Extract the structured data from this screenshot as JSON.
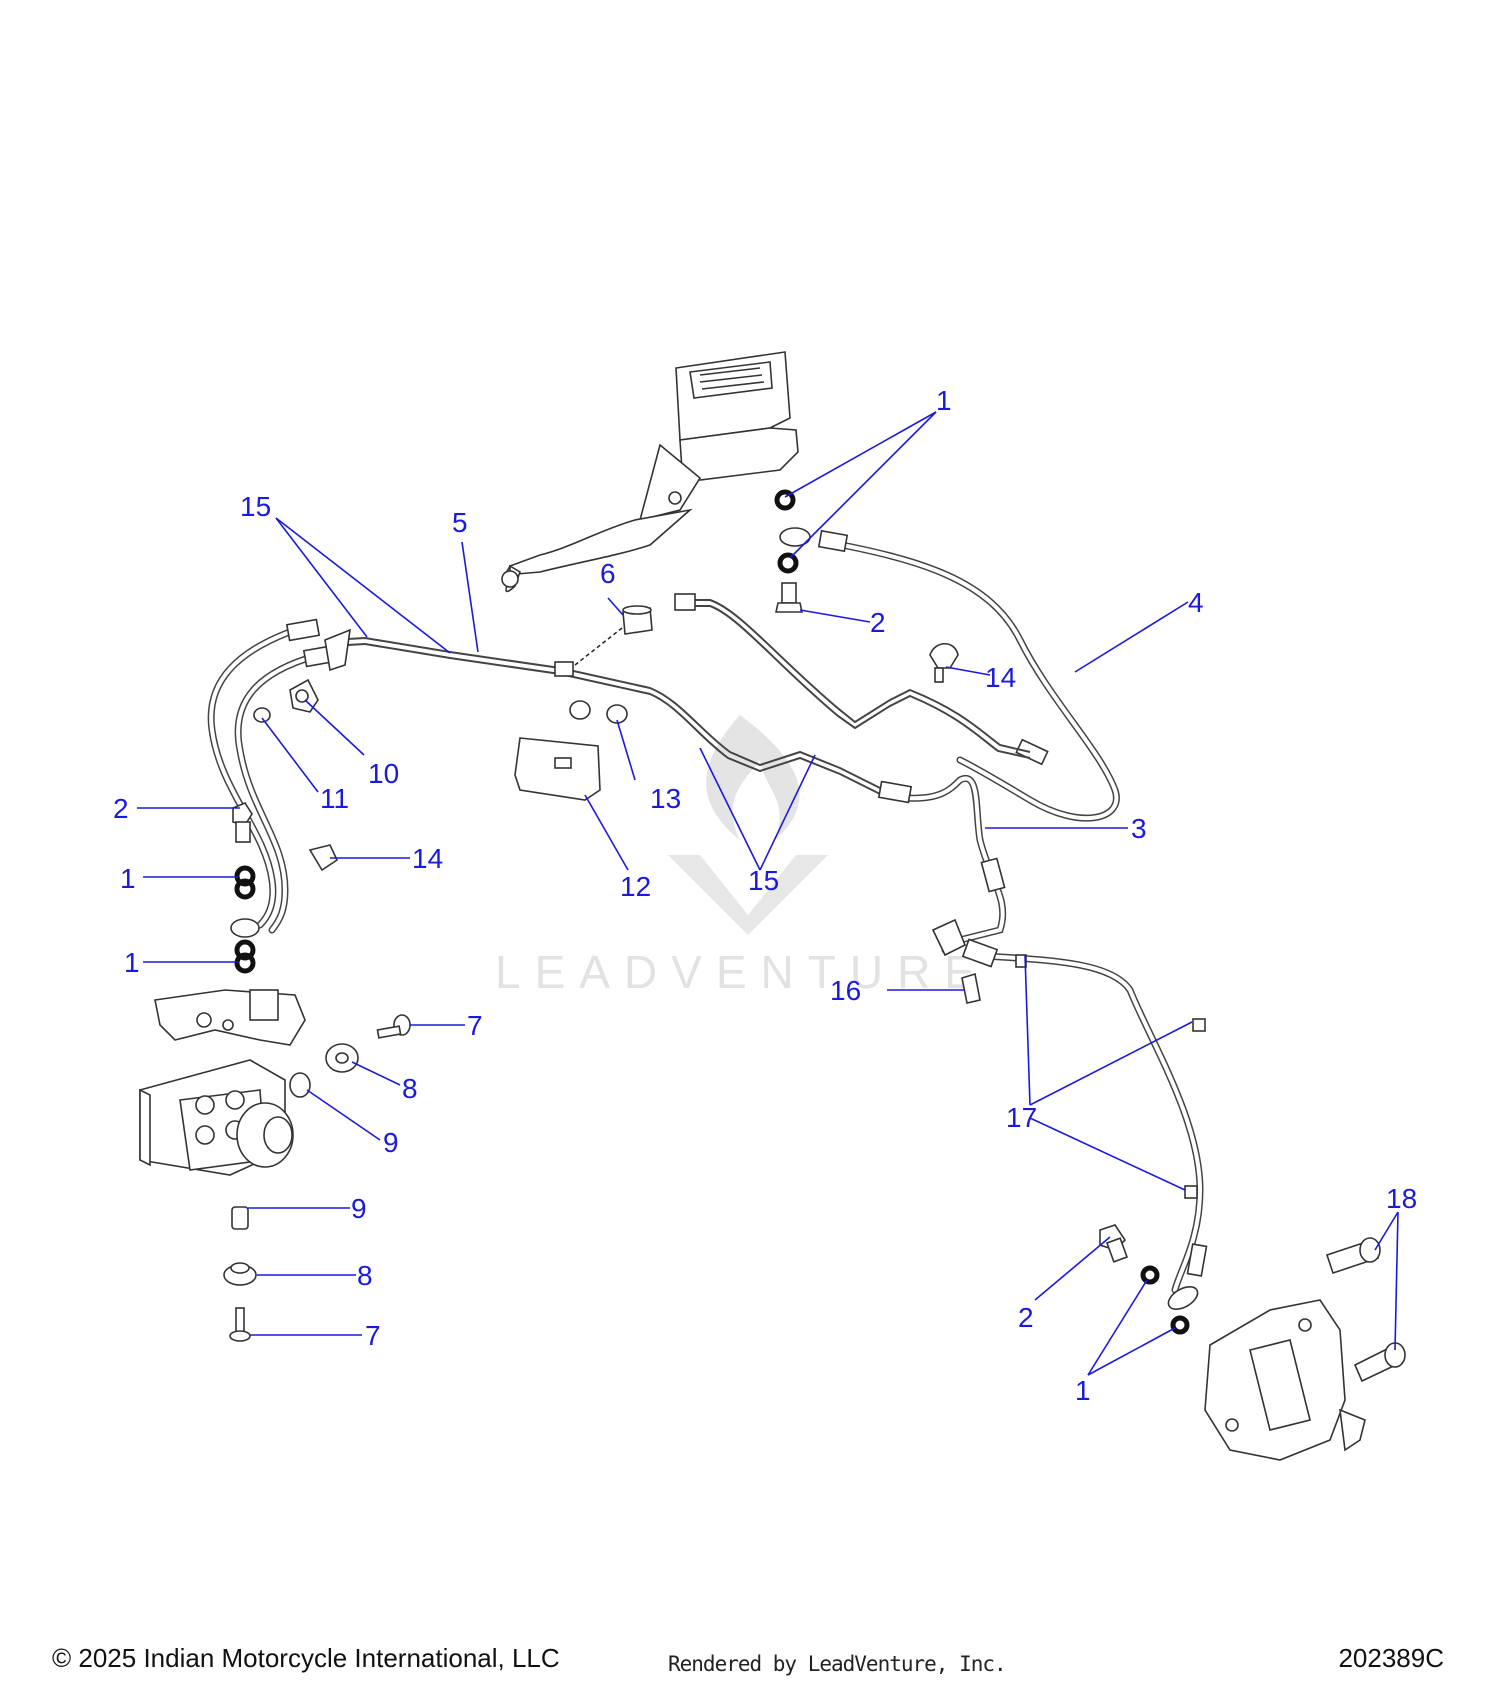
{
  "watermark": {
    "text": "LEADVENTURE"
  },
  "callouts": [
    {
      "id": "c1a",
      "text": "1"
    },
    {
      "id": "c2a",
      "text": "2"
    },
    {
      "id": "c4",
      "text": "4"
    },
    {
      "id": "c14a",
      "text": "14"
    },
    {
      "id": "c15a",
      "text": "15"
    },
    {
      "id": "c5",
      "text": "5"
    },
    {
      "id": "c6",
      "text": "6"
    },
    {
      "id": "c10",
      "text": "10"
    },
    {
      "id": "c11",
      "text": "11"
    },
    {
      "id": "c13",
      "text": "13"
    },
    {
      "id": "c12",
      "text": "12"
    },
    {
      "id": "c15b",
      "text": "15"
    },
    {
      "id": "c3",
      "text": "3"
    },
    {
      "id": "c2b",
      "text": "2"
    },
    {
      "id": "c14b",
      "text": "14"
    },
    {
      "id": "c1b",
      "text": "1"
    },
    {
      "id": "c1c",
      "text": "1"
    },
    {
      "id": "c16",
      "text": "16"
    },
    {
      "id": "c7a",
      "text": "7"
    },
    {
      "id": "c8a",
      "text": "8"
    },
    {
      "id": "c9a",
      "text": "9"
    },
    {
      "id": "c17",
      "text": "17"
    },
    {
      "id": "c9b",
      "text": "9"
    },
    {
      "id": "c8b",
      "text": "8"
    },
    {
      "id": "c7b",
      "text": "7"
    },
    {
      "id": "c18",
      "text": "18"
    },
    {
      "id": "c2c",
      "text": "2"
    },
    {
      "id": "c1d",
      "text": "1"
    }
  ],
  "footer": {
    "copyright": "© 2025 Indian Motorcycle International, LLC",
    "rendered_by": "Rendered by LeadVenture, Inc.",
    "diagram_code": "202389C"
  }
}
